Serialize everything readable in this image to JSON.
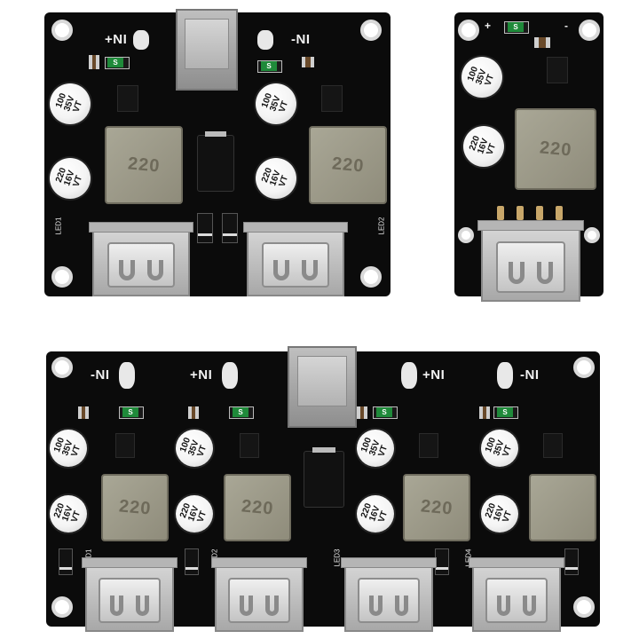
{
  "image": {
    "description_free": true
  },
  "boards": {
    "top_left": {
      "label_plus": "+NI",
      "label_minus": "-NI",
      "caps_input": "100\n35V\nVT",
      "caps_output": "220\n16V\nVT",
      "inductor_left": "220",
      "inductor_right": "220",
      "resistor_mark": "S",
      "led1": "LED1",
      "led2": "LED2"
    },
    "top_right": {
      "label_plus": "+",
      "label_minus": "-",
      "cap_input": "100\n35V\nVT",
      "cap_output": "220\n16V\nVT",
      "inductor": "220",
      "resistor_mark": "S"
    },
    "bottom": {
      "label_minus_1": "-NI",
      "label_plus_1": "+NI",
      "label_plus_2": "+NI",
      "label_minus_2": "-NI",
      "caps_input": "100\n35V\nVT",
      "caps_output": "220\n16V\nVT",
      "inductor_marks": [
        "220",
        "220",
        "220",
        ""
      ],
      "resistor_mark": "S",
      "leds": [
        "LED1",
        "LED2",
        "LED3",
        "LED4"
      ]
    }
  },
  "colors": {
    "pcb": "#0b0b0b",
    "silkscreen": "#f2f2f2",
    "resistor_label": "#1f8a3a",
    "inductor": "#a9a796"
  }
}
